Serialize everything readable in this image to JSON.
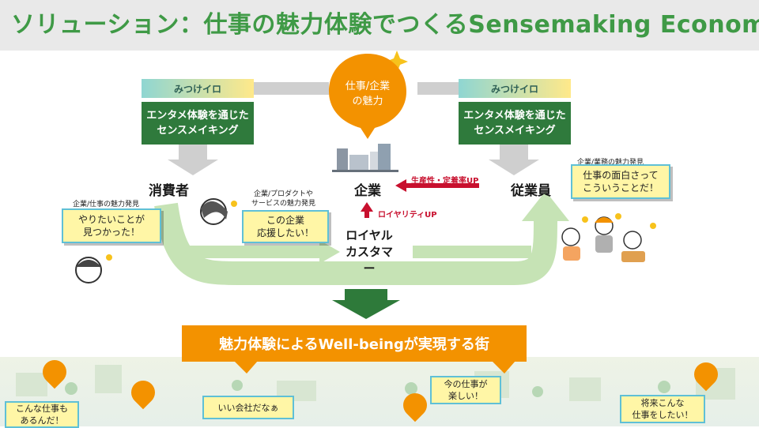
{
  "title": "ソリューション：仕事の魅力体験でつくるSensemaking Economy",
  "center_bubble": "仕事/企業\nの魅力",
  "left_panel": {
    "highlight": "みつけイロ",
    "box": "エンタメ体験を通じた\nセンスメイキング"
  },
  "right_panel": {
    "highlight": "みつけイロ",
    "box": "エンタメ体験を通じた\nセンスメイキング"
  },
  "nodes": {
    "consumer": "消費者",
    "company": "企業",
    "employee": "従業員",
    "loyal": "ロイヤル\nカスタマー"
  },
  "labels": {
    "productivity": "生産性・定着率UP",
    "loyalty": "ロイヤリティUP",
    "consumer_discovery": "企業/仕事の魅力発見",
    "product_discovery": "企業/プロダクトや\nサービスの魅力発見",
    "employee_discovery": "企業/業務の魅力発見"
  },
  "speech": {
    "consumer": "やりたいことが\n見つかった！",
    "customer": "この企業\n応援したい！",
    "employee": "仕事の面白さって\nこういうことだ！"
  },
  "banner": "魅力体験によるWell-beingが実現する街",
  "city_speech": {
    "a": "こんな仕事も\nあるんだ！",
    "b": "いい会社だなぁ",
    "c": "今の仕事が\n楽しい！",
    "d": "将来こんな\n仕事をしたい！"
  },
  "colors": {
    "accent_green": "#3f9a46",
    "dark_green": "#2f7a3c",
    "orange": "#f39200",
    "red": "#c8102e",
    "flow_green": "#b9dca6"
  }
}
